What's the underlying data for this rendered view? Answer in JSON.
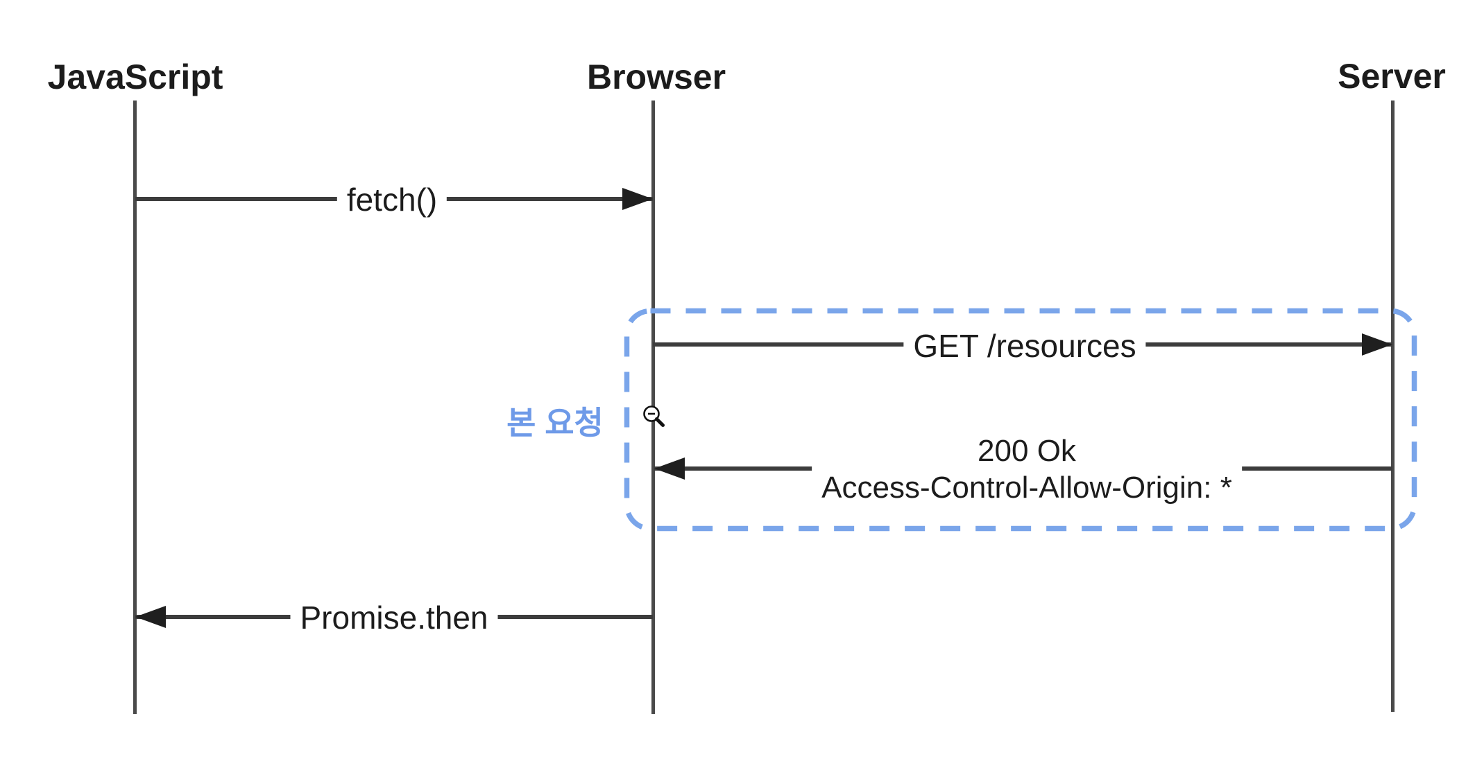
{
  "diagram": {
    "title": "CORS simple request sequence diagram",
    "background_color": "#ffffff",
    "line_color": "#3c3c3c",
    "text_color": "#1c1c1c",
    "highlight_color": "#7AA5EA",
    "annotation_color": "#6E9AE8",
    "actors": [
      {
        "id": "javascript",
        "label": "JavaScript"
      },
      {
        "id": "browser",
        "label": "Browser"
      },
      {
        "id": "server",
        "label": "Server"
      }
    ],
    "messages": [
      {
        "id": "fetch",
        "label": "fetch()",
        "from": "JavaScript",
        "to": "Browser"
      },
      {
        "id": "get-resources",
        "label": "GET /resources",
        "from": "Browser",
        "to": "Server"
      },
      {
        "id": "response",
        "label_line1": "200 Ok",
        "label_line2": "Access-Control-Allow-Origin: *",
        "from": "Server",
        "to": "Browser"
      },
      {
        "id": "promise-then",
        "label": "Promise.then",
        "from": "Browser",
        "to": "JavaScript"
      }
    ],
    "annotation": {
      "label": "본 요청"
    },
    "cursor_icon": "zoom-out-magnifier-icon"
  }
}
